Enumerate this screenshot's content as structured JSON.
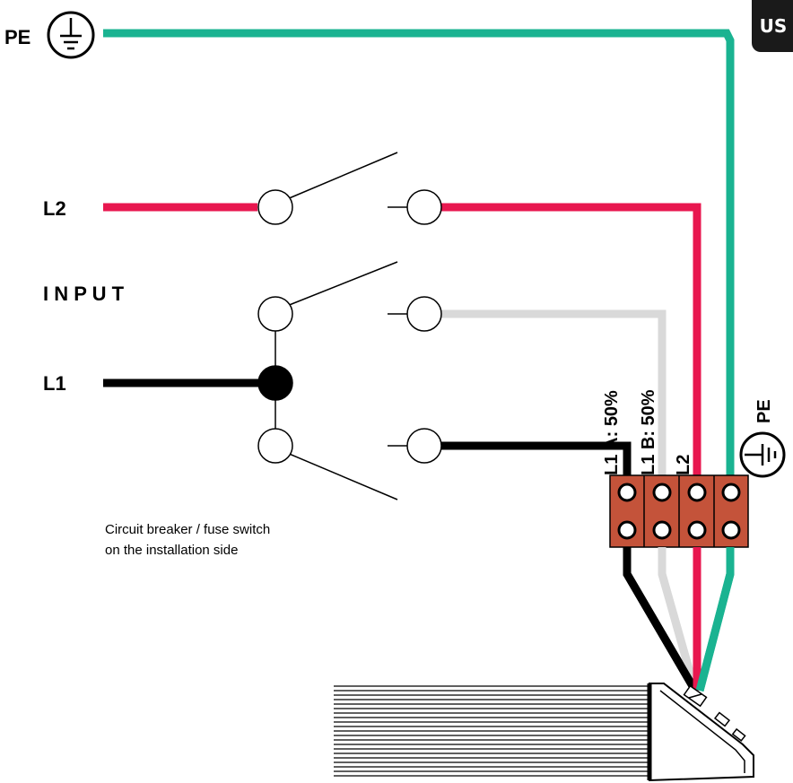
{
  "region_badge": "US",
  "labels": {
    "pe_top": "PE",
    "l2": "L2",
    "input": "I N P U T",
    "l1": "L1",
    "breaker_line1": "Circuit breaker / fuse switch",
    "breaker_line2": "on the installation side",
    "terminal_l1a": "L1 A: 50%",
    "terminal_l1b": "L1 B: 50%",
    "terminal_l2": "L2",
    "terminal_pe": "PE"
  },
  "colors": {
    "pe_wire": "#1ab391",
    "l2_wire": "#e8174f",
    "l1b_wire": "#d9d9d9",
    "l1a_wire": "#000000",
    "terminal_block": "#c4533a",
    "badge_bg": "#1a1a1a"
  },
  "icons": [
    "ground-icon",
    "breaker-switch-icon",
    "terminal-block-icon",
    "heater-unit-icon"
  ]
}
